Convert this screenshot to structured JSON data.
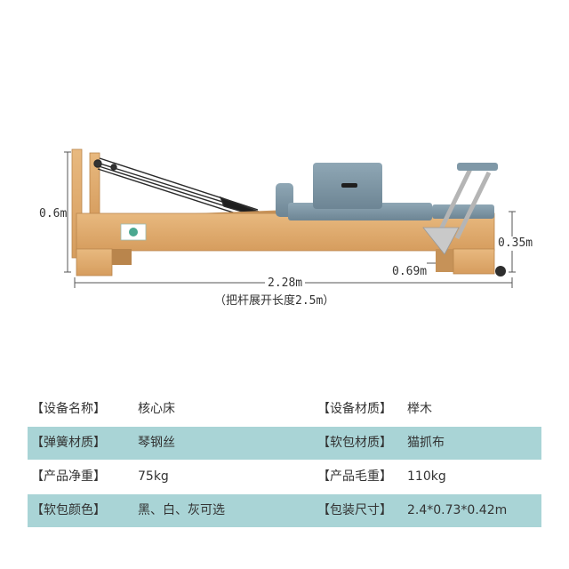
{
  "dimensions": {
    "height": "0.6m",
    "carriage_height": "0.35m",
    "clearance": "0.69m",
    "length": "2.28m",
    "length_note": "（把杆展开长度2.5m）"
  },
  "specs": [
    [
      {
        "label": "【设备名称】",
        "value": "核心床"
      },
      {
        "label": "【设备材质】",
        "value": "榉木"
      }
    ],
    [
      {
        "label": "【弹簧材质】",
        "value": "琴钢丝"
      },
      {
        "label": "【软包材质】",
        "value": "猫抓布"
      }
    ],
    [
      {
        "label": "【产品净重】",
        "value": "75kg"
      },
      {
        "label": "【产品毛重】",
        "value": "110kg"
      }
    ],
    [
      {
        "label": "【软包颜色】",
        "value": "黑、白、灰可选"
      },
      {
        "label": "【包装尺寸】",
        "value": "2.4*0.73*0.42m"
      }
    ]
  ],
  "colors": {
    "wood": "#dfac72",
    "wood_dark": "#b9854c",
    "upholstery": "#7f98a7",
    "table_stripe": "#a9d4d6"
  }
}
